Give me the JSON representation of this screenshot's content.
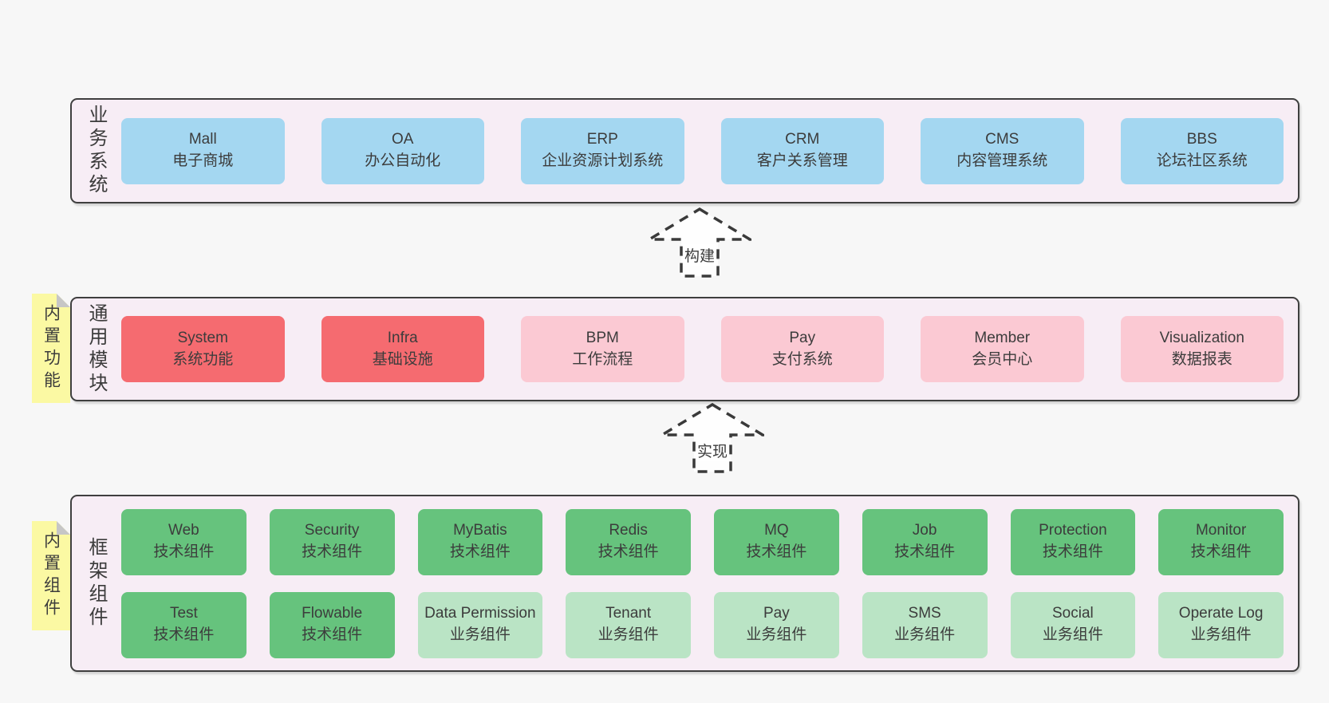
{
  "diagram": {
    "bands": {
      "business": {
        "label": "业务系统",
        "boxes": [
          {
            "en": "Mall",
            "zh": "电子商城"
          },
          {
            "en": "OA",
            "zh": "办公自动化"
          },
          {
            "en": "ERP",
            "zh": "企业资源计划系统"
          },
          {
            "en": "CRM",
            "zh": "客户关系管理"
          },
          {
            "en": "CMS",
            "zh": "内容管理系统"
          },
          {
            "en": "BBS",
            "zh": "论坛社区系统"
          }
        ]
      },
      "modules": {
        "label": "通用模块",
        "boxes": [
          {
            "en": "System",
            "zh": "系统功能"
          },
          {
            "en": "Infra",
            "zh": "基础设施"
          },
          {
            "en": "BPM",
            "zh": "工作流程"
          },
          {
            "en": "Pay",
            "zh": "支付系统"
          },
          {
            "en": "Member",
            "zh": "会员中心"
          },
          {
            "en": "Visualization",
            "zh": "数据报表"
          }
        ]
      },
      "components": {
        "label": "框架组件",
        "row1": [
          {
            "en": "Web",
            "zh": "技术组件"
          },
          {
            "en": "Security",
            "zh": "技术组件"
          },
          {
            "en": "MyBatis",
            "zh": "技术组件"
          },
          {
            "en": "Redis",
            "zh": "技术组件"
          },
          {
            "en": "MQ",
            "zh": "技术组件"
          },
          {
            "en": "Job",
            "zh": "技术组件"
          },
          {
            "en": "Protection",
            "zh": "技术组件"
          },
          {
            "en": "Monitor",
            "zh": "技术组件"
          }
        ],
        "row2": [
          {
            "en": "Test",
            "zh": "技术组件"
          },
          {
            "en": "Flowable",
            "zh": "技术组件"
          },
          {
            "en": "Data Permission",
            "zh": "业务组件"
          },
          {
            "en": "Tenant",
            "zh": "业务组件"
          },
          {
            "en": "Pay",
            "zh": "业务组件"
          },
          {
            "en": "SMS",
            "zh": "业务组件"
          },
          {
            "en": "Social",
            "zh": "业务组件"
          },
          {
            "en": "Operate Log",
            "zh": "业务组件"
          }
        ]
      }
    },
    "arrows": [
      {
        "label": "构建"
      },
      {
        "label": "实现"
      }
    ],
    "notes": [
      {
        "label": "内置功能"
      },
      {
        "label": "内置组件"
      }
    ],
    "colors": {
      "page_bg": "#f7f7f7",
      "band_bg": "#f7edf5",
      "band_border": "#3f3f3f",
      "box_blue": "#a4d7f1",
      "box_red": "#f56b70",
      "box_pink": "#fbc9d3",
      "box_green": "#66c37d",
      "box_green_light": "#bae4c5",
      "note_yellow": "#fbf9a3",
      "text": "#3c3c3c"
    }
  }
}
